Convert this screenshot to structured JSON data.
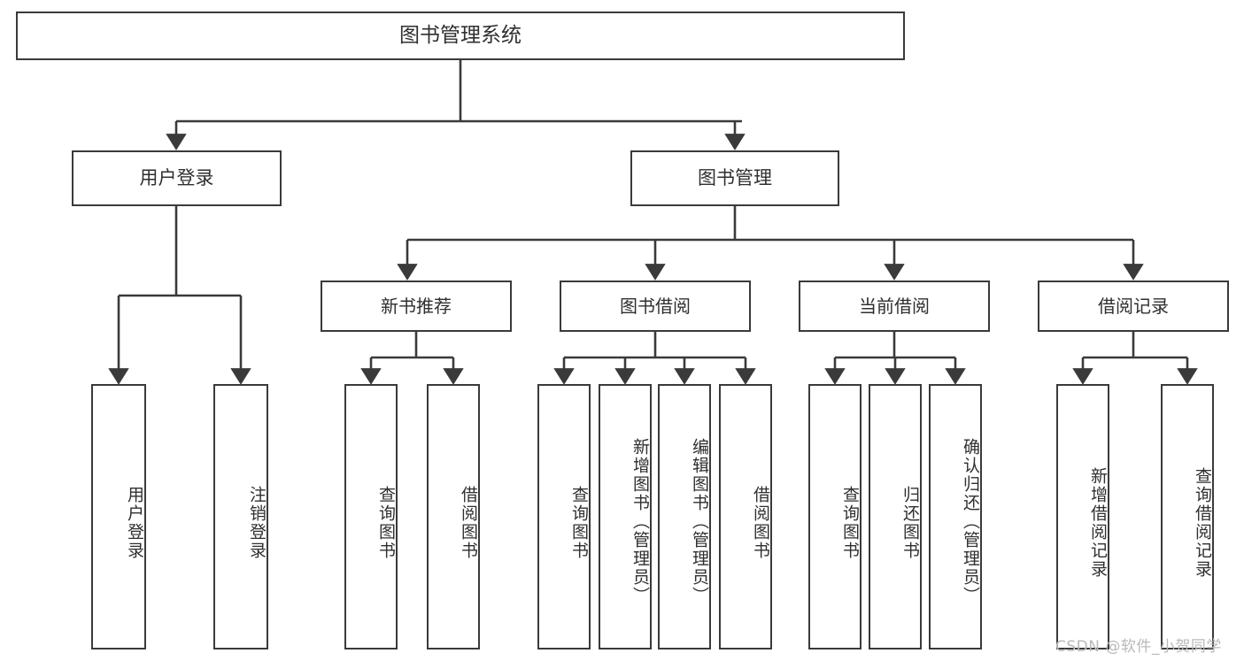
{
  "diagram": {
    "type": "tree",
    "title": "图书管理系统",
    "background_color": "#ffffff",
    "stroke_color": "#3a3a3a",
    "text_color": "#2f2f2f",
    "nodes": {
      "root": {
        "label": "图书管理系统",
        "level": 1
      },
      "lvl2": [
        {
          "id": "user-login",
          "label": "用户登录"
        },
        {
          "id": "book-manage",
          "label": "图书管理"
        }
      ],
      "lvl3": [
        {
          "id": "new-book-rec",
          "label": "新书推荐"
        },
        {
          "id": "book-borrow",
          "label": "图书借阅"
        },
        {
          "id": "current-borrow",
          "label": "当前借阅"
        },
        {
          "id": "borrow-record",
          "label": "借阅记录"
        }
      ],
      "leaves": {
        "user-login": [
          {
            "id": "leaf-user-login",
            "label": "用户登录"
          },
          {
            "id": "leaf-logout",
            "label": "注销登录"
          }
        ],
        "new-book-rec": [
          {
            "id": "leaf-query-book-1",
            "label": "查询图书"
          },
          {
            "id": "leaf-borrow-book-1",
            "label": "借阅图书"
          }
        ],
        "book-borrow": [
          {
            "id": "leaf-query-book-2",
            "label": "查询图书"
          },
          {
            "id": "leaf-add-book",
            "label": "新增图书（管理员）"
          },
          {
            "id": "leaf-edit-book",
            "label": "编辑图书（管理员）"
          },
          {
            "id": "leaf-borrow-book-2",
            "label": "借阅图书"
          }
        ],
        "current-borrow": [
          {
            "id": "leaf-query-book-3",
            "label": "查询图书"
          },
          {
            "id": "leaf-return-book",
            "label": "归还图书"
          },
          {
            "id": "leaf-confirm-return",
            "label": "确认归还（管理员）"
          }
        ],
        "borrow-record": [
          {
            "id": "leaf-add-record",
            "label": "新增借阅记录"
          },
          {
            "id": "leaf-query-record",
            "label": "查询借阅记录"
          }
        ]
      }
    }
  },
  "watermark": {
    "text": "CSDN @软件_小贺同学",
    "color": "#b9b9b9"
  }
}
